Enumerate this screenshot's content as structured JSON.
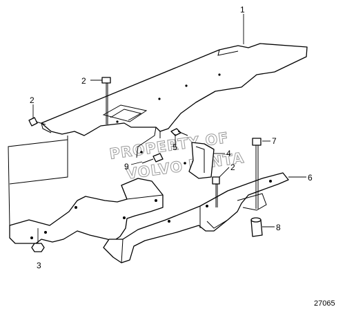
{
  "diagram": {
    "callouts": [
      "1",
      "2",
      "2",
      "2",
      "3",
      "4",
      "5",
      "6",
      "7",
      "8",
      "9"
    ],
    "reference_number": "27065",
    "watermark_lines": [
      "PROPERTY OF",
      "VOLVO PENTA"
    ]
  }
}
